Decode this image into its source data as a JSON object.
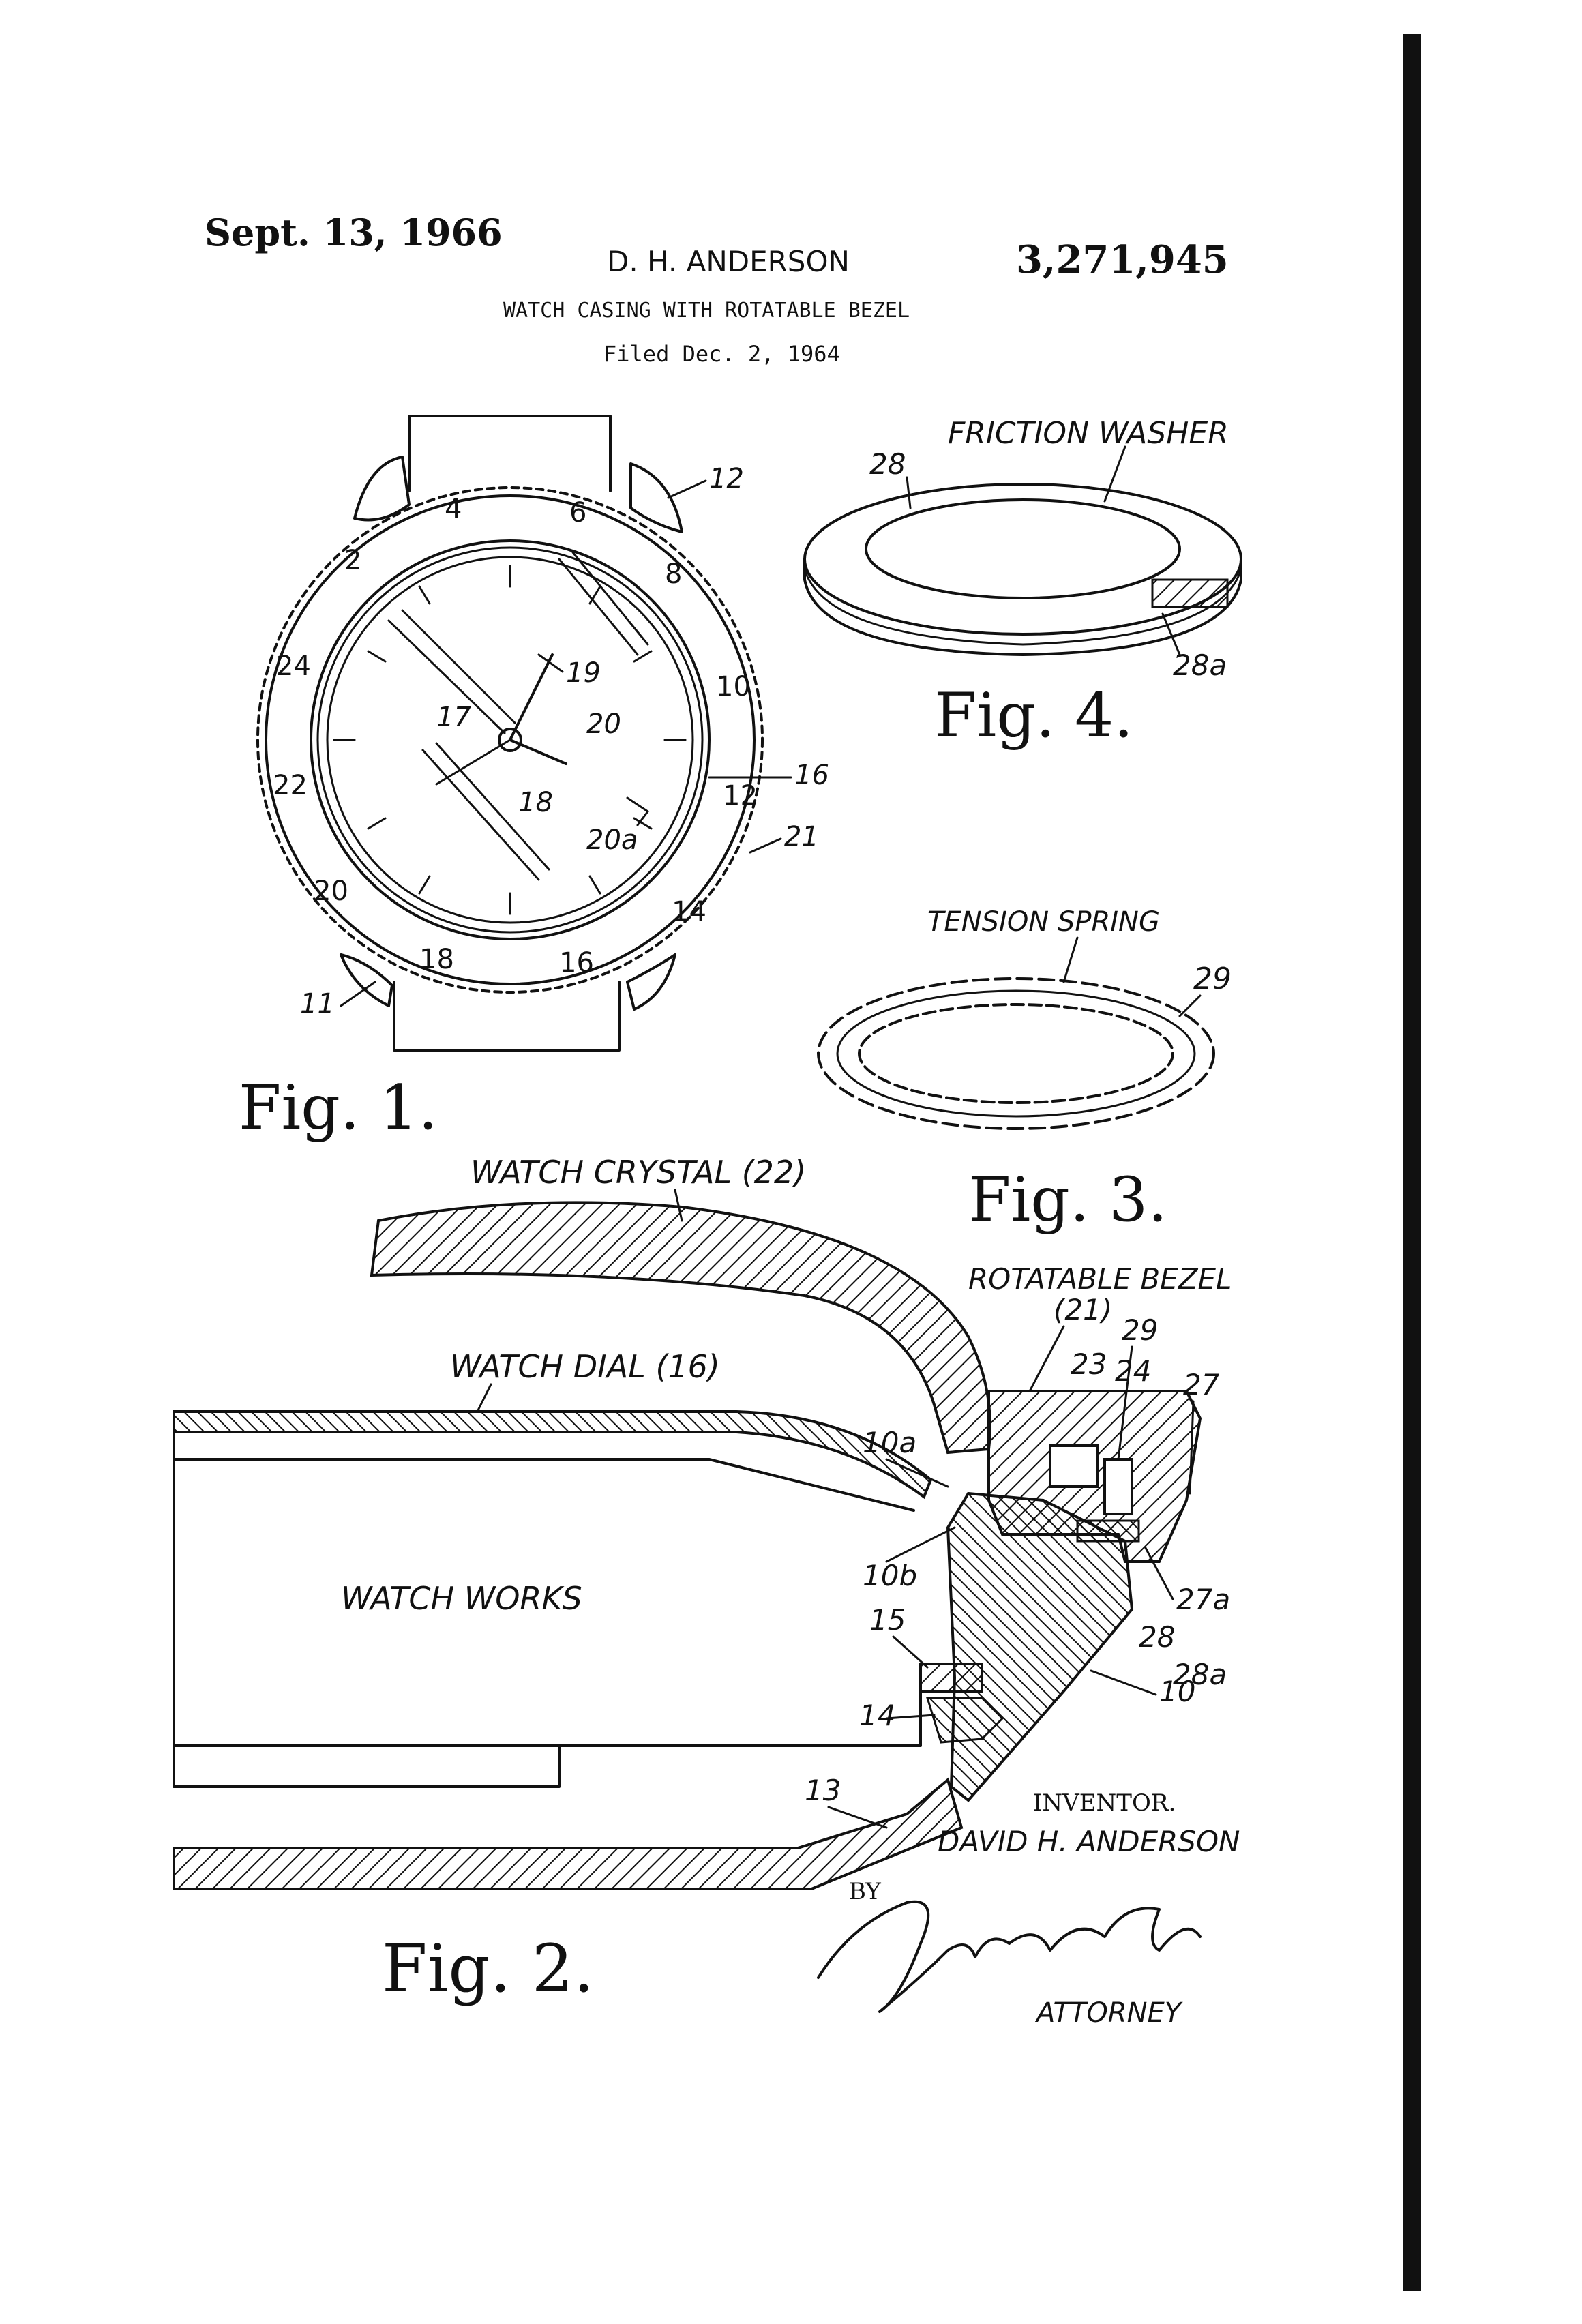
{
  "header": {
    "date": "Sept. 13, 1966",
    "inventor_name": "D. H. ANDERSON",
    "patent_number": "3,271,945",
    "title": "WATCH CASING WITH ROTATABLE BEZEL",
    "filed": "Filed Dec. 2, 1964"
  },
  "fig1": {
    "caption": "Fig. 1.",
    "bezel_numbers": [
      "4",
      "6",
      "8",
      "10",
      "12",
      "14",
      "16",
      "18",
      "20",
      "22",
      "24",
      "2"
    ],
    "refs": {
      "r11": "11",
      "r12": "12",
      "r16": "16",
      "r17": "17",
      "r18": "18",
      "r19": "19",
      "r20": "20",
      "r20a": "20a",
      "r21": "21"
    }
  },
  "fig2": {
    "caption": "Fig. 2.",
    "label_crystal": "WATCH CRYSTAL (22)",
    "label_dial": "WATCH DIAL (16)",
    "label_works": "WATCH WORKS",
    "label_bezel": "ROTATABLE BEZEL",
    "label_bezel_ref": "(21)",
    "refs": {
      "r10": "10",
      "r10a": "10a",
      "r10b": "10b",
      "r13": "13",
      "r14": "14",
      "r15": "15",
      "r23": "23",
      "r24": "24",
      "r27": "27",
      "r27a": "27a",
      "r28": "28",
      "r28a": "28a",
      "r29": "29"
    }
  },
  "fig3": {
    "caption": "Fig. 3.",
    "label": "TENSION SPRING",
    "refs": {
      "r29": "29"
    }
  },
  "fig4": {
    "caption": "Fig. 4.",
    "label": "FRICTION WASHER",
    "refs": {
      "r28": "28",
      "r28a": "28a"
    }
  },
  "signature_block": {
    "inventor_label": "INVENTOR.",
    "inventor_full": "DAVID H. ANDERSON",
    "by": "BY",
    "attorney": "ATTORNEY"
  }
}
